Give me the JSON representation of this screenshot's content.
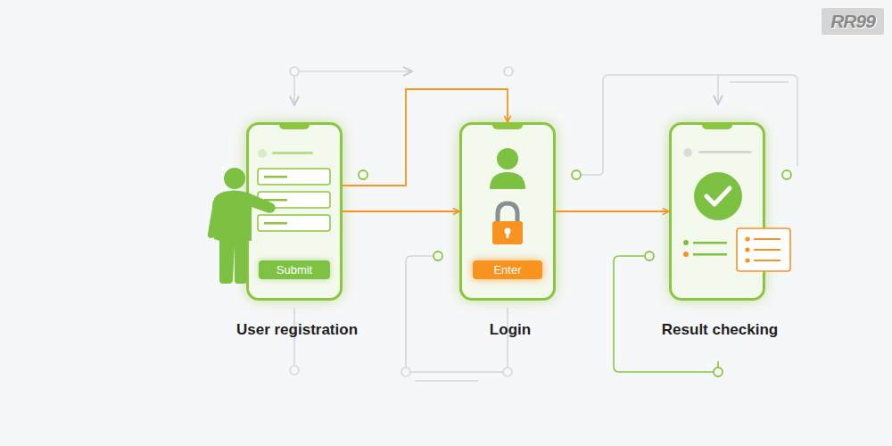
{
  "diagram": {
    "nodes": [
      {
        "text": [
          "User registration"
        ]
      },
      {
        "text": [
          "Submit"
        ],
        "in": 0
      },
      {
        "text": [
          "Login"
        ]
      },
      {
        "text": [
          "Enter"
        ],
        "in": 2
      },
      {
        "text": [
          "Result checking"
        ]
      }
    ],
    "edges": [
      {
        "from": 0,
        "to": 2,
        "arrow": "to"
      },
      {
        "from": 0,
        "to": 2,
        "arrow": "to"
      },
      {
        "from": 2,
        "to": 4,
        "arrow": "to"
      }
    ],
    "labels": [
      "RR99"
    ]
  }
}
